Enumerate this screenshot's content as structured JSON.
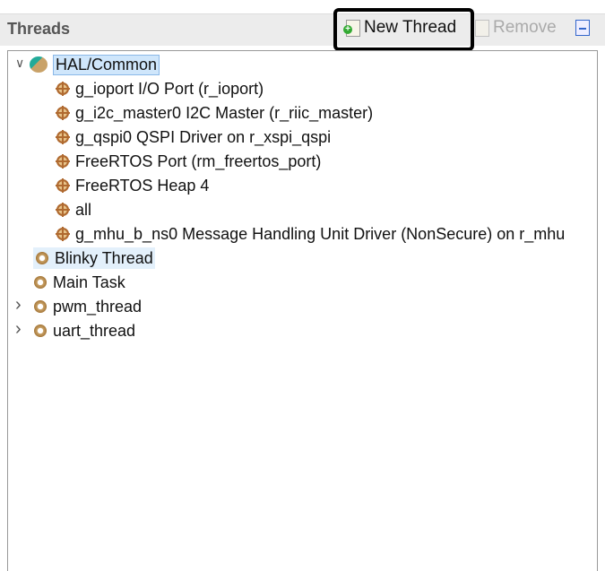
{
  "header": {
    "title": "Threads",
    "new_thread": "New Thread",
    "remove": "Remove"
  },
  "tree": [
    {
      "label": "HAL/Common",
      "level": 0,
      "expanded": true,
      "icon": "hal-icon"
    },
    {
      "label": "g_ioport I/O Port (r_ioport)",
      "level": 1,
      "icon": "module-icon"
    },
    {
      "label": "g_i2c_master0 I2C Master (r_riic_master)",
      "level": 1,
      "icon": "module-icon"
    },
    {
      "label": "g_qspi0 QSPI Driver on r_xspi_qspi",
      "level": 1,
      "icon": "module-icon"
    },
    {
      "label": "FreeRTOS Port (rm_freertos_port)",
      "level": 1,
      "icon": "module-icon"
    },
    {
      "label": "FreeRTOS Heap 4",
      "level": 1,
      "icon": "module-icon"
    },
    {
      "label": "all",
      "level": 1,
      "icon": "module-icon"
    },
    {
      "label": "g_mhu_b_ns0 Message Handling Unit Driver (NonSecure) on r_mhu",
      "level": 1,
      "icon": "module-icon"
    },
    {
      "label": "Blinky Thread",
      "level": 0,
      "icon": "gear-icon"
    },
    {
      "label": "Main Task",
      "level": 0,
      "icon": "gear-icon"
    },
    {
      "label": "pwm_thread",
      "level": 0,
      "collapsed": true,
      "icon": "gear-icon"
    },
    {
      "label": "uart_thread",
      "level": 0,
      "collapsed": true,
      "icon": "gear-icon"
    }
  ]
}
